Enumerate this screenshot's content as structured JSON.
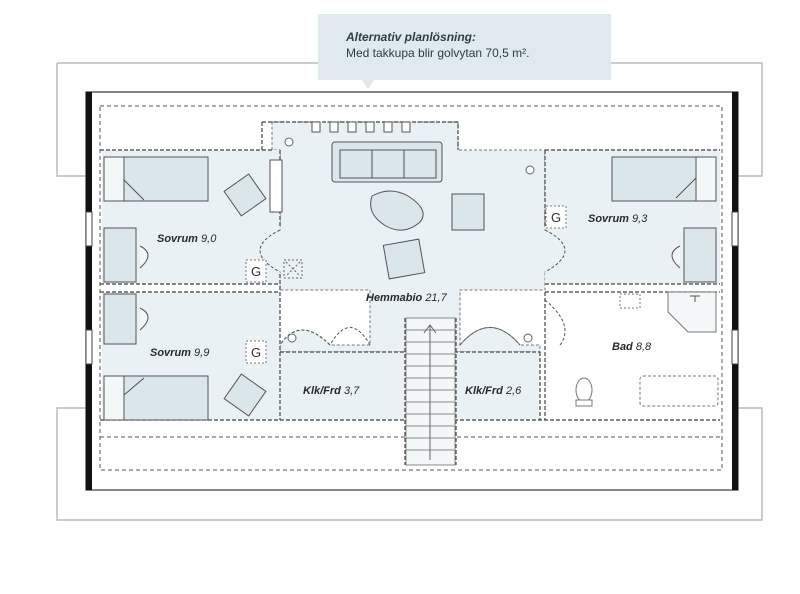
{
  "callout": {
    "title": "Alternativ planlösning:",
    "text": "Med takkupa blir golvytan 70,5 m²."
  },
  "rooms": [
    {
      "id": "sovrum-1",
      "name": "Sovrum",
      "area": "9,0"
    },
    {
      "id": "sovrum-2",
      "name": "Sovrum",
      "area": "9,3"
    },
    {
      "id": "hemmabio",
      "name": "Hemmabio",
      "area": "21,7"
    },
    {
      "id": "sovrum-3",
      "name": "Sovrum",
      "area": "9,9"
    },
    {
      "id": "bad",
      "name": "Bad",
      "area": "8,8"
    },
    {
      "id": "klk-1",
      "name": "Klk/Frd",
      "area": "3,7"
    },
    {
      "id": "klk-2",
      "name": "Klk/Frd",
      "area": "2,6"
    }
  ],
  "markers": {
    "g": "G"
  },
  "colors": {
    "floor_fill": "#e9f1f4",
    "callout_bg": "#dfe9ee",
    "wall_dark": "#111111",
    "line": "#555555"
  }
}
